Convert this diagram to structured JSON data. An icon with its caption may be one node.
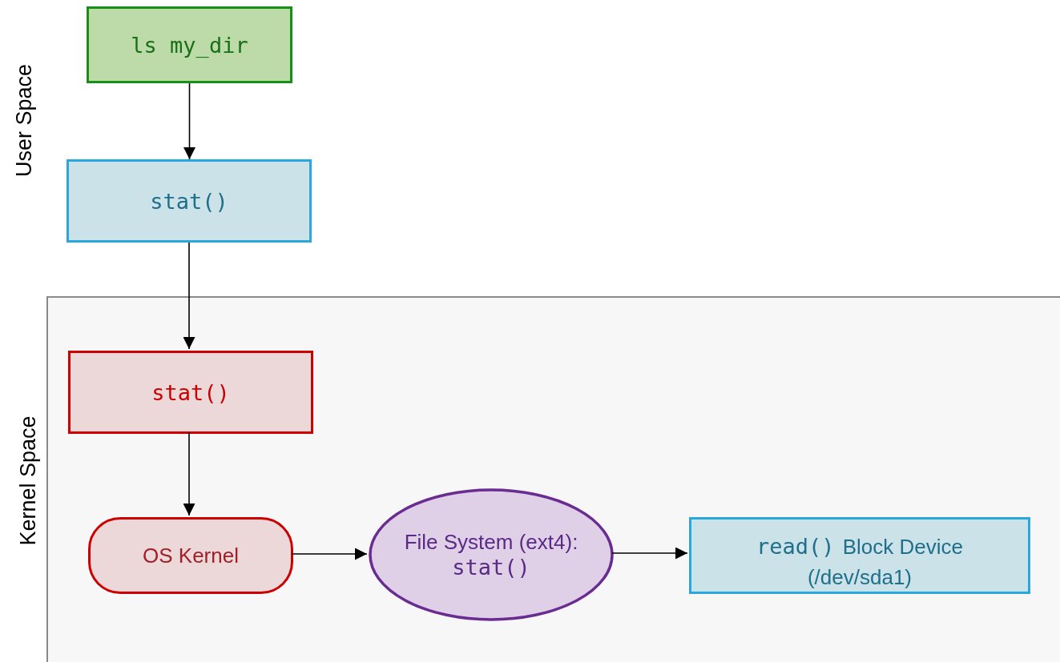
{
  "diagram": {
    "nodes": [
      {
        "text": [
          "ls my_dir"
        ]
      },
      {
        "text": [
          "stat()"
        ]
      },
      {
        "text": [
          "Kernel Space"
        ]
      },
      {
        "text": [
          "stat()"
        ],
        "in": 2
      },
      {
        "text": [
          "OS Kernel"
        ],
        "in": 2
      },
      {
        "text": [
          "File System (ext4):",
          "stat()"
        ],
        "in": 2
      },
      {
        "text": [
          "read()",
          "Block Device (/dev/sda1)"
        ],
        "in": 2
      }
    ],
    "edges": [
      {
        "from": 0,
        "to": 1,
        "arrow": "to"
      },
      {
        "from": 1,
        "to": 3,
        "arrow": "to"
      },
      {
        "from": 3,
        "to": 4,
        "arrow": "to"
      },
      {
        "from": 4,
        "to": 5,
        "arrow": "to"
      },
      {
        "from": 5,
        "to": 6,
        "arrow": "to"
      }
    ],
    "labels": [
      "User Space"
    ]
  }
}
